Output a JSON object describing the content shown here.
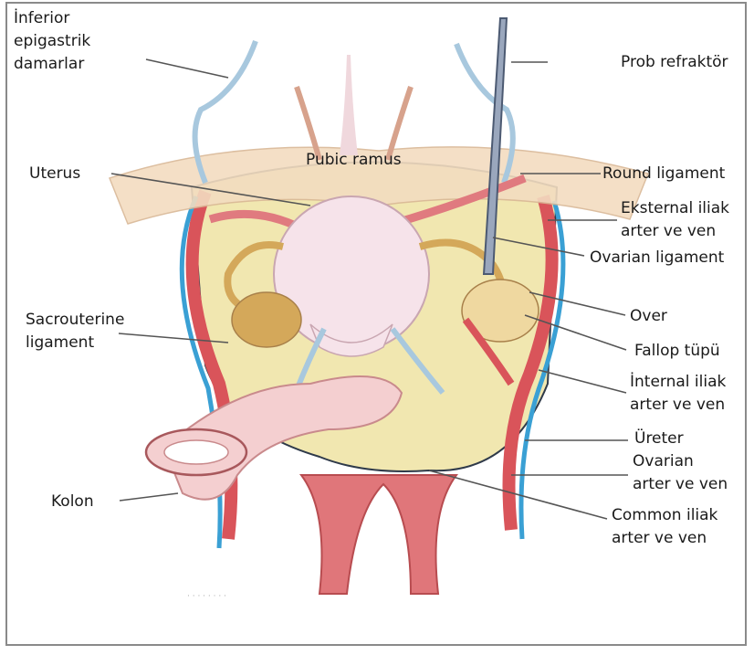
{
  "labels": {
    "inferior_epigastrik": [
      "İnferior",
      "epigastrik",
      "damarlar"
    ],
    "prob_refraktor": "Prob refraktör",
    "pubic_ramus": "Pubic ramus",
    "uterus": "Uterus",
    "round_ligament": "Round ligament",
    "eksternal_iliak": [
      "Eksternal iliak",
      "arter ve ven"
    ],
    "ovarian_ligament": "Ovarian ligament",
    "sacrouterine": [
      "Sacrouterine",
      "ligament"
    ],
    "over": "Over",
    "fallop": "Fallop tüpü",
    "internal_iliak": [
      "İnternal iliak",
      "arter ve ven"
    ],
    "ureter": "Üreter",
    "ovarian_arter": [
      "Ovarian",
      "arter ve ven"
    ],
    "kolon": "Kolon",
    "common_iliak": [
      "Common iliak",
      "arter ve ven"
    ]
  },
  "colors": {
    "artery": "#d9545a",
    "vein": "#3aa0d4",
    "bone": "#f3dcc0",
    "uterus": "#f6e3ea",
    "ovary": "#d4a85a",
    "pelvic_fill": "#f1e7b0",
    "leader": "#555555"
  }
}
